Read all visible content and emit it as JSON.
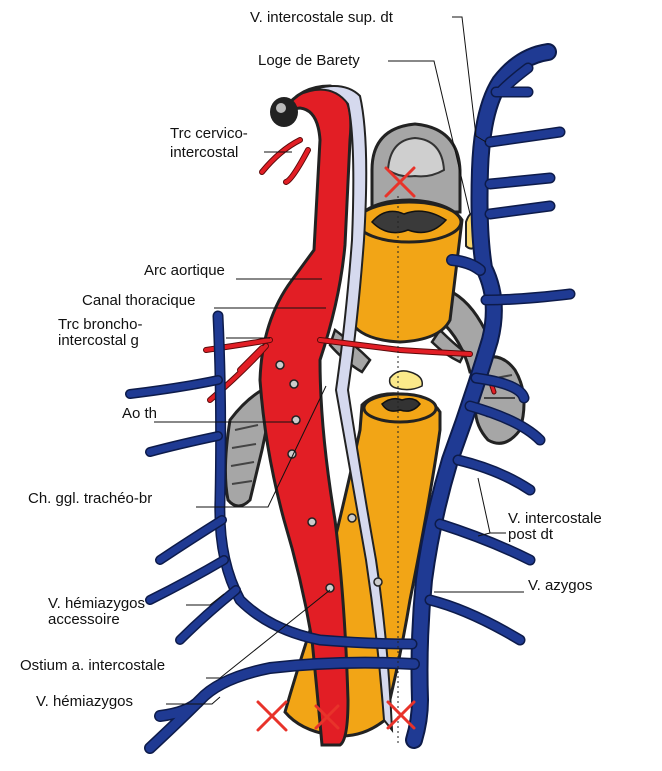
{
  "labels": {
    "v_intercostale_sup_dt": "V. intercostale sup. dt",
    "loge_de_barety": "Loge de Barety",
    "trc_cervico_1": "Trc cervico-",
    "trc_cervico_2": "intercostal",
    "arc_aortique": "Arc aortique",
    "canal_thoracique": "Canal thoracique",
    "trc_broncho_1": "Trc broncho-",
    "trc_broncho_2": "intercostal g",
    "ao_th": "Ao th",
    "ch_ggl": "Ch. ggl. trachéo-br",
    "v_intercostale_post_1": "V. intercostale",
    "v_intercostale_post_2": "post dt",
    "v_azygos": "V. azygos",
    "v_hemiazygos_acc_1": "V. hémiazygos",
    "v_hemiazygos_acc_2": "accessoire",
    "ostium": "Ostium a. intercostale",
    "v_hemiazygos": "V. hémiazygos"
  },
  "colors": {
    "vein": "#1f3a93",
    "artery": "#e21e25",
    "esophagus": "#f2a516",
    "thoracic_duct": "#d5d9ee",
    "nerve_chain": "#a6a6a6",
    "fat": "#fbe98a",
    "cross": "#e8332a"
  }
}
